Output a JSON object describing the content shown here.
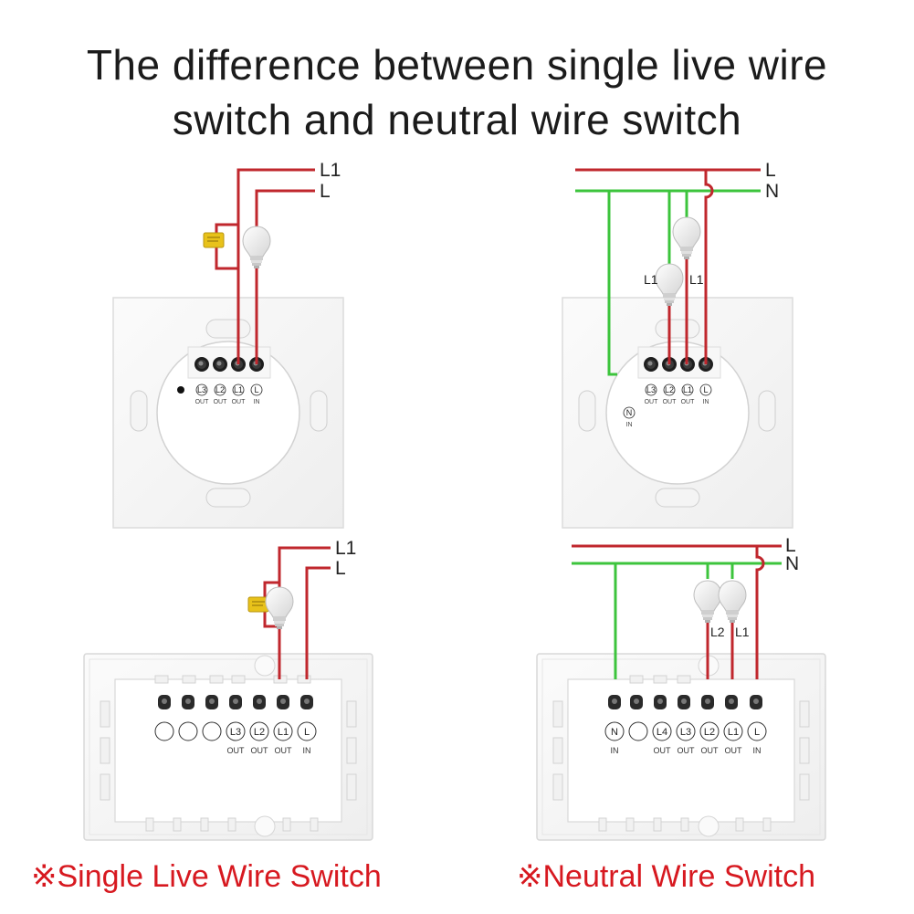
{
  "title": {
    "line1": "The difference between single live wire",
    "line2": "switch and neutral wire switch"
  },
  "captions": {
    "left": "※Single Live Wire Switch",
    "right": "※Neutral Wire Switch"
  },
  "colors": {
    "live": "#c0272d",
    "neutral": "#3cc43c",
    "caption": "#d71920"
  },
  "top_left": {
    "wire_labels": [
      "L1",
      "L"
    ],
    "terminals": [
      "L3",
      "L2",
      "L1",
      "L"
    ],
    "terminal_sub": [
      "OUT",
      "OUT",
      "OUT",
      "IN"
    ]
  },
  "top_right": {
    "wire_labels": [
      "L",
      "N"
    ],
    "bulb_labels": [
      "L1",
      "L1"
    ],
    "terminals": [
      "L3",
      "L2",
      "L1",
      "L"
    ],
    "terminal_sub": [
      "OUT",
      "OUT",
      "OUT",
      "IN"
    ],
    "neutral_terminal": "N",
    "neutral_sub": "IN"
  },
  "bottom_left": {
    "wire_labels": [
      "L1",
      "L"
    ],
    "terminals": [
      "",
      "",
      "",
      "L3",
      "L2",
      "L1",
      "L"
    ],
    "terminal_sub": [
      "",
      "",
      "",
      "OUT",
      "OUT",
      "OUT",
      "IN"
    ]
  },
  "bottom_right": {
    "wire_labels": [
      "L",
      "N"
    ],
    "bulb_labels": [
      "L2",
      "L1"
    ],
    "terminals": [
      "N",
      "",
      "L4",
      "L3",
      "L2",
      "L1",
      "L"
    ],
    "terminal_sub": [
      "IN",
      "",
      "OUT",
      "OUT",
      "OUT",
      "OUT",
      "IN"
    ]
  }
}
